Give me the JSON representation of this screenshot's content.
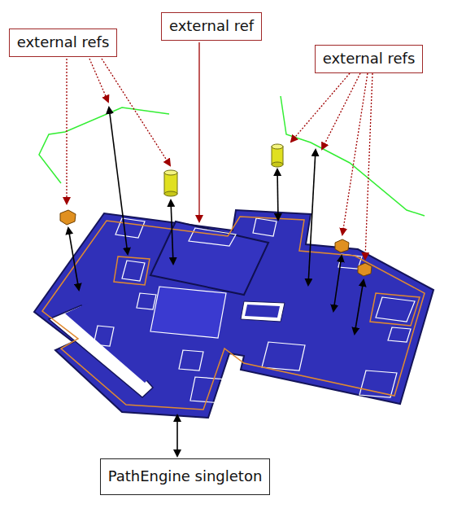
{
  "diagram": {
    "nodes": [
      {
        "text": [
          "external refs"
        ]
      },
      {
        "text": [
          "external ref"
        ]
      },
      {
        "text": [
          "external refs"
        ]
      },
      {
        "text": [
          "PathEngine singleton"
        ]
      }
    ]
  }
}
